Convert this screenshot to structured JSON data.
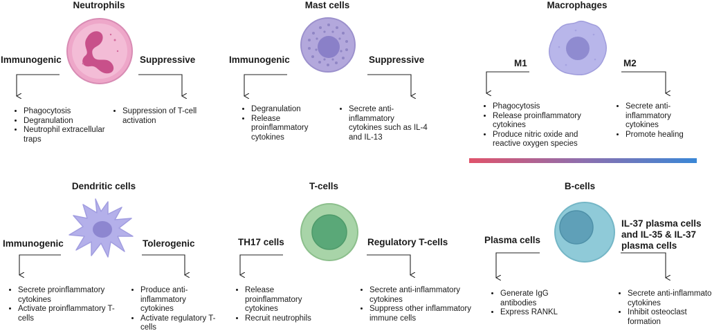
{
  "panels": {
    "neutrophils": {
      "title": "Neutrophils",
      "left": {
        "label": "Immunogenic",
        "items": [
          "Phagocytosis",
          "Degranulation",
          "Neutrophil extracellular traps"
        ]
      },
      "right": {
        "label": "Suppressive",
        "items": [
          "Suppression of T-cell activation"
        ]
      }
    },
    "mast": {
      "title": "Mast cells",
      "left": {
        "label": "Immunogenic",
        "items": [
          "Degranulation",
          "Release proinflammatory cytokines"
        ]
      },
      "right": {
        "label": "Suppressive",
        "items": [
          "Secrete anti-inflammatory cytokines such as IL-4 and IL-13"
        ]
      }
    },
    "macro": {
      "title": "Macrophages",
      "left": {
        "label": "M1",
        "items": [
          "Phagocytosis",
          "Release proinflammatory cytokines",
          "Produce nitric oxide and reactive oxygen species"
        ]
      },
      "right": {
        "label": "M2",
        "items": [
          "Secrete anti-inflammatory cytokines",
          "Promote healing"
        ]
      },
      "gradient": [
        "#e0536b",
        "#3a87d6"
      ]
    },
    "dendritic": {
      "title": "Dendritic cells",
      "left": {
        "label": "Immunogenic",
        "items": [
          "Secrete proinflammatory cytokines",
          "Activate proinflammatory T-cells"
        ]
      },
      "right": {
        "label": "Tolerogenic",
        "items": [
          "Produce anti-inflammatory cytokines",
          "Activate regulatory T-cells"
        ]
      }
    },
    "tcells": {
      "title": "T-cells",
      "left": {
        "label": "TH17 cells",
        "items": [
          "Release proinflammatory cytokines",
          "Recruit neutrophils"
        ]
      },
      "right": {
        "label": "Regulatory T-cells",
        "items": [
          "Secrete anti-inflammatory cytokines",
          "Suppress other inflammatory immune cells"
        ]
      }
    },
    "bcells": {
      "title": "B-cells",
      "left": {
        "label": "Plasma cells",
        "items": [
          "Generate IgG antibodies",
          "Express RANKL"
        ]
      },
      "right": {
        "label": "IL-37 plasma cells and IL-35 & IL-37 plasma cells",
        "items": [
          "Secrete anti-inflammatory cytokines",
          "Inhibit osteoclast formation"
        ]
      }
    }
  },
  "colors": {
    "neutrophil": "#eea7c9",
    "neutrophil_nucleus": "#c8508a",
    "mast": "#b3a8dc",
    "mast_nucleus": "#8a80c8",
    "macrophage": "#b8b6ea",
    "macrophage_nucleus": "#8f8bd0",
    "dendritic": "#b4b0ea",
    "dendritic_nucleus": "#8d86d0",
    "tcell": "#a8d4a8",
    "tcell_nucleus": "#5aa878",
    "bcell": "#8fcad8",
    "bcell_nucleus": "#5fa0b8"
  }
}
